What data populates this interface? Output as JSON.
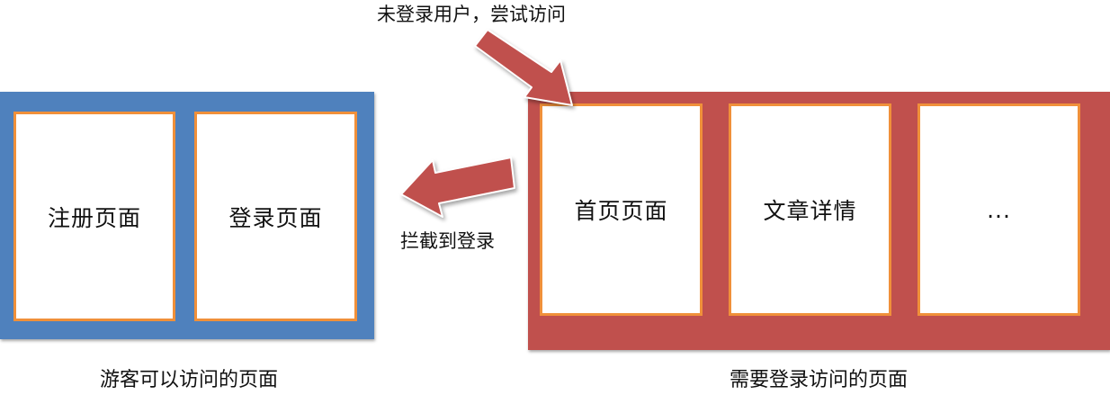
{
  "colors": {
    "guest_box": "#4f81bd",
    "auth_box": "#c0504d",
    "card_border": "#f0903a",
    "arrow_fill": "#c0504d"
  },
  "guest_group": {
    "caption": "游客可以访问的页面",
    "pages": [
      "注册页面",
      "登录页面"
    ]
  },
  "auth_group": {
    "caption": "需要登录访问的页面",
    "pages": [
      "首页页面",
      "文章详情",
      "..."
    ]
  },
  "arrows": {
    "attempt_label": "未登录用户，尝试访问",
    "intercept_label": "拦截到登录"
  }
}
